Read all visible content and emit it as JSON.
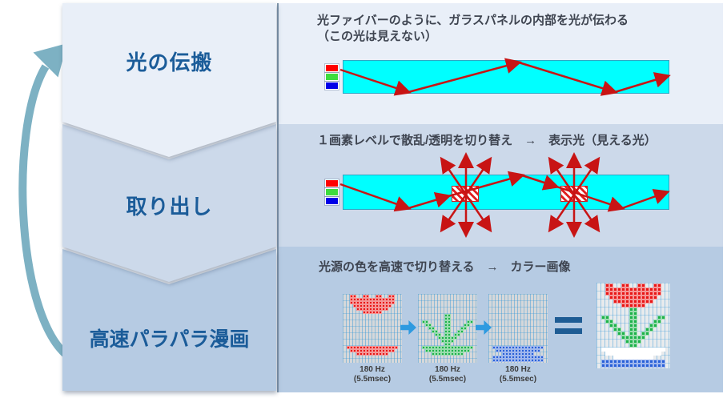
{
  "palette": {
    "accent_blue": "#1b5c99",
    "panel_light": "#e9eff8",
    "panel_mid": "#ccd9ea",
    "panel_dark": "#b6cbe3",
    "heading_text": "#3e4450",
    "glass_cyan": "#00ffff",
    "ray_red": "#c81414",
    "led_red": "#ff0000",
    "led_green": "#3ddc3d",
    "led_blue": "#0000e8",
    "flip_arrow_blue": "#2e9ae0",
    "cycle_arrow_teal": "#7db1c3",
    "px_red": "#e81717",
    "px_green": "#1eb24b",
    "px_blue": "#2a61d8",
    "px_white": "#ffffff"
  },
  "steps": [
    {
      "label": "光の伝搬"
    },
    {
      "label": "取り出し"
    },
    {
      "label": "高速パラパラ漫画"
    }
  ],
  "rows": [
    {
      "heading_line1": "光ファイバーのように、ガラスパネルの内部を光が伝わる",
      "heading_line2": "（この光は見えない）"
    },
    {
      "heading": "１画素レベルで散乱/透明を切り替え　→　表示光（見える光）"
    },
    {
      "heading": "光源の色を高速で切り替える　→　カラー画像"
    }
  ],
  "flipbook": {
    "frames": [
      {
        "name": "red-subframe",
        "hz": "180 Hz",
        "period": "(5.5msec)",
        "pixels": [
          "..RR..RR..RR..RR..",
          "..RRRRRRRRRRRRRR..",
          "..RRRRRRRRRRRRRR..",
          "...RRRRRRRRRRRR...",
          "....RRRRRRRRRR....",
          "......RRRRRR......",
          "..................",
          "..................",
          "..................",
          "..................",
          "..................",
          "..................",
          "..................",
          "..................",
          "..................",
          "..................",
          ".RRRRRRRRRRRRRRRR.",
          "..RRRRRRRRRRRRRR..",
          "....RRRRRRRRRR....",
          "..................",
          ".................."
        ]
      },
      {
        "name": "green-subframe",
        "hz": "180 Hz",
        "period": "(5.5msec)",
        "pixels": [
          "..................",
          "..................",
          "..................",
          "..................",
          "..................",
          "..................",
          "........GG........",
          "........GG........",
          ".GG.....GG.....GG.",
          "..GG....GG....GG..",
          "...GG...GG...GG...",
          "....GG..GG..GG....",
          ".....GG.GG.GG.....",
          "......GGGGGG......",
          ".......GGGG.......",
          "........GG........",
          ".GGGGGGGGGGGGGGGG.",
          "..GGGGGGGGGGGGGG..",
          "....GGGGGGGGGG....",
          "..................",
          ".................."
        ]
      },
      {
        "name": "blue-subframe",
        "hz": "180 Hz",
        "period": "(5.5msec)",
        "pixels": [
          "..................",
          "..................",
          "..................",
          "..................",
          "..................",
          "..................",
          "..................",
          "..................",
          "..................",
          "..................",
          "..................",
          "..................",
          "..................",
          "..................",
          "..................",
          "..................",
          ".BBBBBBBBBBBBBBBB.",
          "..BBBBBBBBBBBBBB..",
          "....BBBBBBBBBB....",
          ".BBBBBBBBBBBBBBBB.",
          ".BBBBBBBBBBBBBBBB."
        ]
      }
    ],
    "result_frame": {
      "name": "color-result-frame",
      "pixels": [
        "..RR..RR..RR..RR..",
        "..RRRRRRRRRRRRRR..",
        "..RRRRRRRRRRRRRR..",
        "...RRRRRRRRRRRR...",
        "....RRRRRRRRRR....",
        "......RRRRRR......",
        "........GG........",
        "........GG........",
        ".GG.....GG.....GG.",
        "..GG....GG....GG..",
        "...GG...GG...GG...",
        "....GG..GG..GG....",
        ".....GG.GG.GG.....",
        "......GGGGGG......",
        ".......GGGG.......",
        "........GG........",
        ".WWWWWWWWWWWWWWWW.",
        "..WWWWWWWWWWWWWW..",
        "....WWWWWWWWWW....",
        ".BBBBBBBBBBBBBBBB.",
        ".BBBBBBBBBBBBBBBB."
      ]
    }
  }
}
